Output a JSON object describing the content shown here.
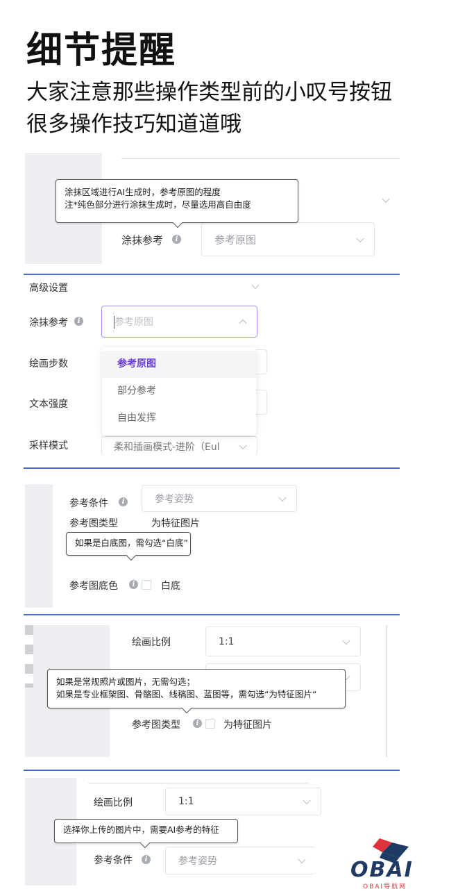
{
  "header": {
    "title": "细节提醒",
    "subtitle_line1": "大家注意那些操作类型前的小叹号按钮",
    "subtitle_line2": "很多操作技巧知道道哦"
  },
  "panel1": {
    "tooltip_line1": "涂抹区域进行AI生成时，参考原图的程度",
    "tooltip_line2": "注*纯色部分进行涂抹生成时，尽量选用高自由度",
    "label": "涂抹参考",
    "select_value": "参考原图"
  },
  "panel2": {
    "section": "高级设置",
    "label_smear": "涂抹参考",
    "select_placeholder": "参考原图",
    "options": [
      "参考原图",
      "部分参考",
      "自由发挥"
    ],
    "label_steps": "绘画步数",
    "label_text_strength": "文本强度",
    "label_sampling": "采样模式",
    "sampling_value": "柔和插画模式-进阶（Eul"
  },
  "panel3": {
    "label_condition": "参考条件",
    "condition_value": "参考姿势",
    "label_type_hidden": "参考图类型",
    "type_option_hidden": "为特征图片",
    "tooltip": "如果是白底图，需勾选“白底”",
    "label_bg": "参考图底色",
    "bg_option": "白底"
  },
  "panel4": {
    "label_ratio": "绘画比例",
    "ratio_value": "1:1",
    "tooltip_line1": "如果是常规照片或图片，无需勾选；",
    "tooltip_line2": "如果是专业框架图、骨骼图、线稿图、蓝图等，需勾选“为特征图片“",
    "label_type": "参考图类型",
    "type_option": "为特征图片"
  },
  "panel5": {
    "label_ratio_hidden": "绘画比例",
    "ratio_value_hidden": "1:1",
    "tooltip": "选择你上传的图片中，需要AI参考的特征",
    "label_condition": "参考条件",
    "condition_value": "参考姿势"
  },
  "logo": {
    "text": "OBAI",
    "subtext": "OBAI导航网"
  },
  "colors": {
    "divider": "#4b6cc1",
    "accent": "#6d3fe0",
    "logo_blue": "#1f3a63",
    "logo_red": "#e0323c"
  }
}
